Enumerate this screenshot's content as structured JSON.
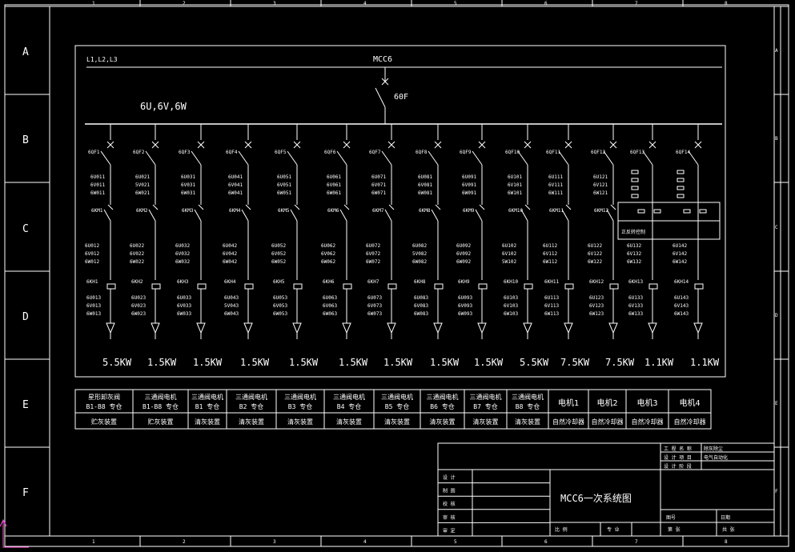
{
  "border": {
    "cols": [
      "1",
      "2",
      "3",
      "4",
      "5",
      "6",
      "7",
      "8"
    ],
    "rows": [
      "A",
      "B",
      "C",
      "D",
      "E",
      "F"
    ]
  },
  "bus": {
    "source_label": "L1,L2,L3",
    "mcc_label": "MCC6",
    "main_breaker": "60F",
    "voltage_label": "6U,6V,6W"
  },
  "branches": [
    {
      "qf": "6QF1",
      "wire1": [
        "6U011",
        "6V011",
        "6W011"
      ],
      "km": "6KM1",
      "wire2": [
        "6U012",
        "6V012",
        "6W012"
      ],
      "kh": "6KH1",
      "wire3": [
        "6U013",
        "6V013",
        "6W013"
      ],
      "power": "5.5KW"
    },
    {
      "qf": "6QF2",
      "wire1": [
        "6U021",
        "5V021",
        "6W021"
      ],
      "km": "6KM2",
      "wire2": [
        "6U022",
        "6V022",
        "6W022"
      ],
      "kh": "6KH2",
      "wire3": [
        "6U023",
        "6V023",
        "6W023"
      ],
      "power": "1.5KW"
    },
    {
      "qf": "6QF3",
      "wire1": [
        "6U031",
        "6V031",
        "6W031"
      ],
      "km": "6KM3",
      "wire2": [
        "6U032",
        "6V032",
        "6W032"
      ],
      "kh": "6KH3",
      "wire3": [
        "6U033",
        "6V033",
        "6W033"
      ],
      "power": "1.5KW"
    },
    {
      "qf": "6QF4",
      "wire1": [
        "6U041",
        "6V041",
        "6W041"
      ],
      "km": "6KM4",
      "wire2": [
        "6U042",
        "6V042",
        "6W042"
      ],
      "kh": "6KH4",
      "wire3": [
        "6U043",
        "5V043",
        "6W043"
      ],
      "power": "1.5KW"
    },
    {
      "qf": "6QF5",
      "wire1": [
        "6U051",
        "6V051",
        "6W051"
      ],
      "km": "6KM5",
      "wire2": [
        "6U052",
        "6V052",
        "6W052"
      ],
      "kh": "6KH5",
      "wire3": [
        "6U053",
        "6V053",
        "6W053"
      ],
      "power": "1.5KW"
    },
    {
      "qf": "6QF6",
      "wire1": [
        "6U061",
        "6V061",
        "6W061"
      ],
      "km": "6KM6",
      "wire2": [
        "6U062",
        "6V062",
        "6W062"
      ],
      "kh": "6KH6",
      "wire3": [
        "6U063",
        "6V063",
        "6W063"
      ],
      "power": "1.5KW"
    },
    {
      "qf": "6QF7",
      "wire1": [
        "6U071",
        "6V071",
        "6W071"
      ],
      "km": "6KM7",
      "wire2": [
        "6U072",
        "6V072",
        "6W072"
      ],
      "kh": "6KH7",
      "wire3": [
        "6U073",
        "6V073",
        "6W073"
      ],
      "power": "1.5KW"
    },
    {
      "qf": "6QF8",
      "wire1": [
        "6U081",
        "6V081",
        "6W081"
      ],
      "km": "6KM8",
      "wire2": [
        "6U082",
        "5V082",
        "6W082"
      ],
      "kh": "6KH8",
      "wire3": [
        "6U083",
        "6V083",
        "6W083"
      ],
      "power": "1.5KW"
    },
    {
      "qf": "6QF9",
      "wire1": [
        "6U091",
        "6V091",
        "6W091"
      ],
      "km": "6KM9",
      "wire2": [
        "6U092",
        "6V092",
        "6W092"
      ],
      "kh": "6KH9",
      "wire3": [
        "6U093",
        "6V093",
        "6W093"
      ],
      "power": "1.5KW"
    },
    {
      "qf": "6QF10",
      "wire1": [
        "6U101",
        "6V101",
        "6W101"
      ],
      "km": "6KM10",
      "wire2": [
        "6U102",
        "6V102",
        "5W102"
      ],
      "kh": "6KH10",
      "wire3": [
        "6U103",
        "6V103",
        "6W103"
      ],
      "power": "5.5KW"
    },
    {
      "qf": "6QF11",
      "wire1": [
        "6U111",
        "6V111",
        "6W111"
      ],
      "km": "6KM11",
      "wire2": [
        "6U112",
        "6V112",
        "6W112"
      ],
      "kh": "6KH11",
      "wire3": [
        "6U113",
        "6V113",
        "6W113"
      ],
      "power": "7.5KW"
    },
    {
      "qf": "6QF12",
      "wire1": [
        "6U121",
        "6V121",
        "6W121"
      ],
      "km": "6KM12",
      "wire2": [
        "6U122",
        "6V122",
        "6W122"
      ],
      "kh": "6KH12",
      "wire3": [
        "6U123",
        "6V123",
        "6W123"
      ],
      "power": "7.5KW"
    },
    {
      "qf": "6QF13",
      "wire1": [],
      "km": "",
      "wire2": [
        "6U132",
        "6V132",
        "6W132"
      ],
      "kh": "6KH13",
      "wire3": [
        "6U133",
        "6V133",
        "6W133"
      ],
      "power": "1.1KW"
    },
    {
      "qf": "6QF14",
      "wire1": [],
      "km": "",
      "wire2": [
        "6U142",
        "6V142",
        "6W142"
      ],
      "kh": "6KH14",
      "wire3": [
        "6U143",
        "6V143",
        "6W143"
      ],
      "power": "1.1KW"
    }
  ],
  "softstarter_label": "正反转控制",
  "table": {
    "top": [
      [
        "星形卸灰阀",
        "B1-B8   专仓"
      ],
      [
        "三通阀电机",
        "B1-B8   专仓"
      ],
      [
        "三通阀电机",
        "B1  专仓"
      ],
      [
        "三通阀电机",
        "B2  专仓"
      ],
      [
        "三通阀电机",
        "B3  专仓"
      ],
      [
        "三通阀电机",
        "B4  专仓"
      ],
      [
        "三通阀电机",
        "B5  专仓"
      ],
      [
        "三通阀电机",
        "B6  专仓"
      ],
      [
        "三通阀电机",
        "B7  专仓"
      ],
      [
        "三通阀电机",
        "B8  专仓"
      ],
      [
        "电机1",
        ""
      ],
      [
        "电机2",
        ""
      ],
      [
        "电机3",
        ""
      ],
      [
        "电机4",
        ""
      ]
    ],
    "bottom": [
      "贮灰装置",
      "贮灰装置",
      "清灰装置",
      "清灰装置",
      "清灰装置",
      "清灰装置",
      "清灰装置",
      "清灰装置",
      "清灰装置",
      "清灰装置",
      "自然冷却器",
      "自然冷却器",
      "自然冷却器",
      "自然冷却器"
    ]
  },
  "title_block": {
    "drawing_title": "MCC6一次系统图",
    "left_rows": [
      "设  计",
      "制  图",
      "校  核",
      "审  核",
      "审  定"
    ],
    "proj_rows": [
      [
        "工 程 名 称",
        "除灰除尘"
      ],
      [
        "设 计 项 目",
        "电气自动化"
      ],
      [
        "设 计 阶 段",
        ""
      ]
    ],
    "scale_label": "比  例",
    "discipline_label": "专  业",
    "drawing_no_label": "图号",
    "date_label": "日期",
    "sheet_label": "第      张",
    "total_label": "共      张"
  }
}
